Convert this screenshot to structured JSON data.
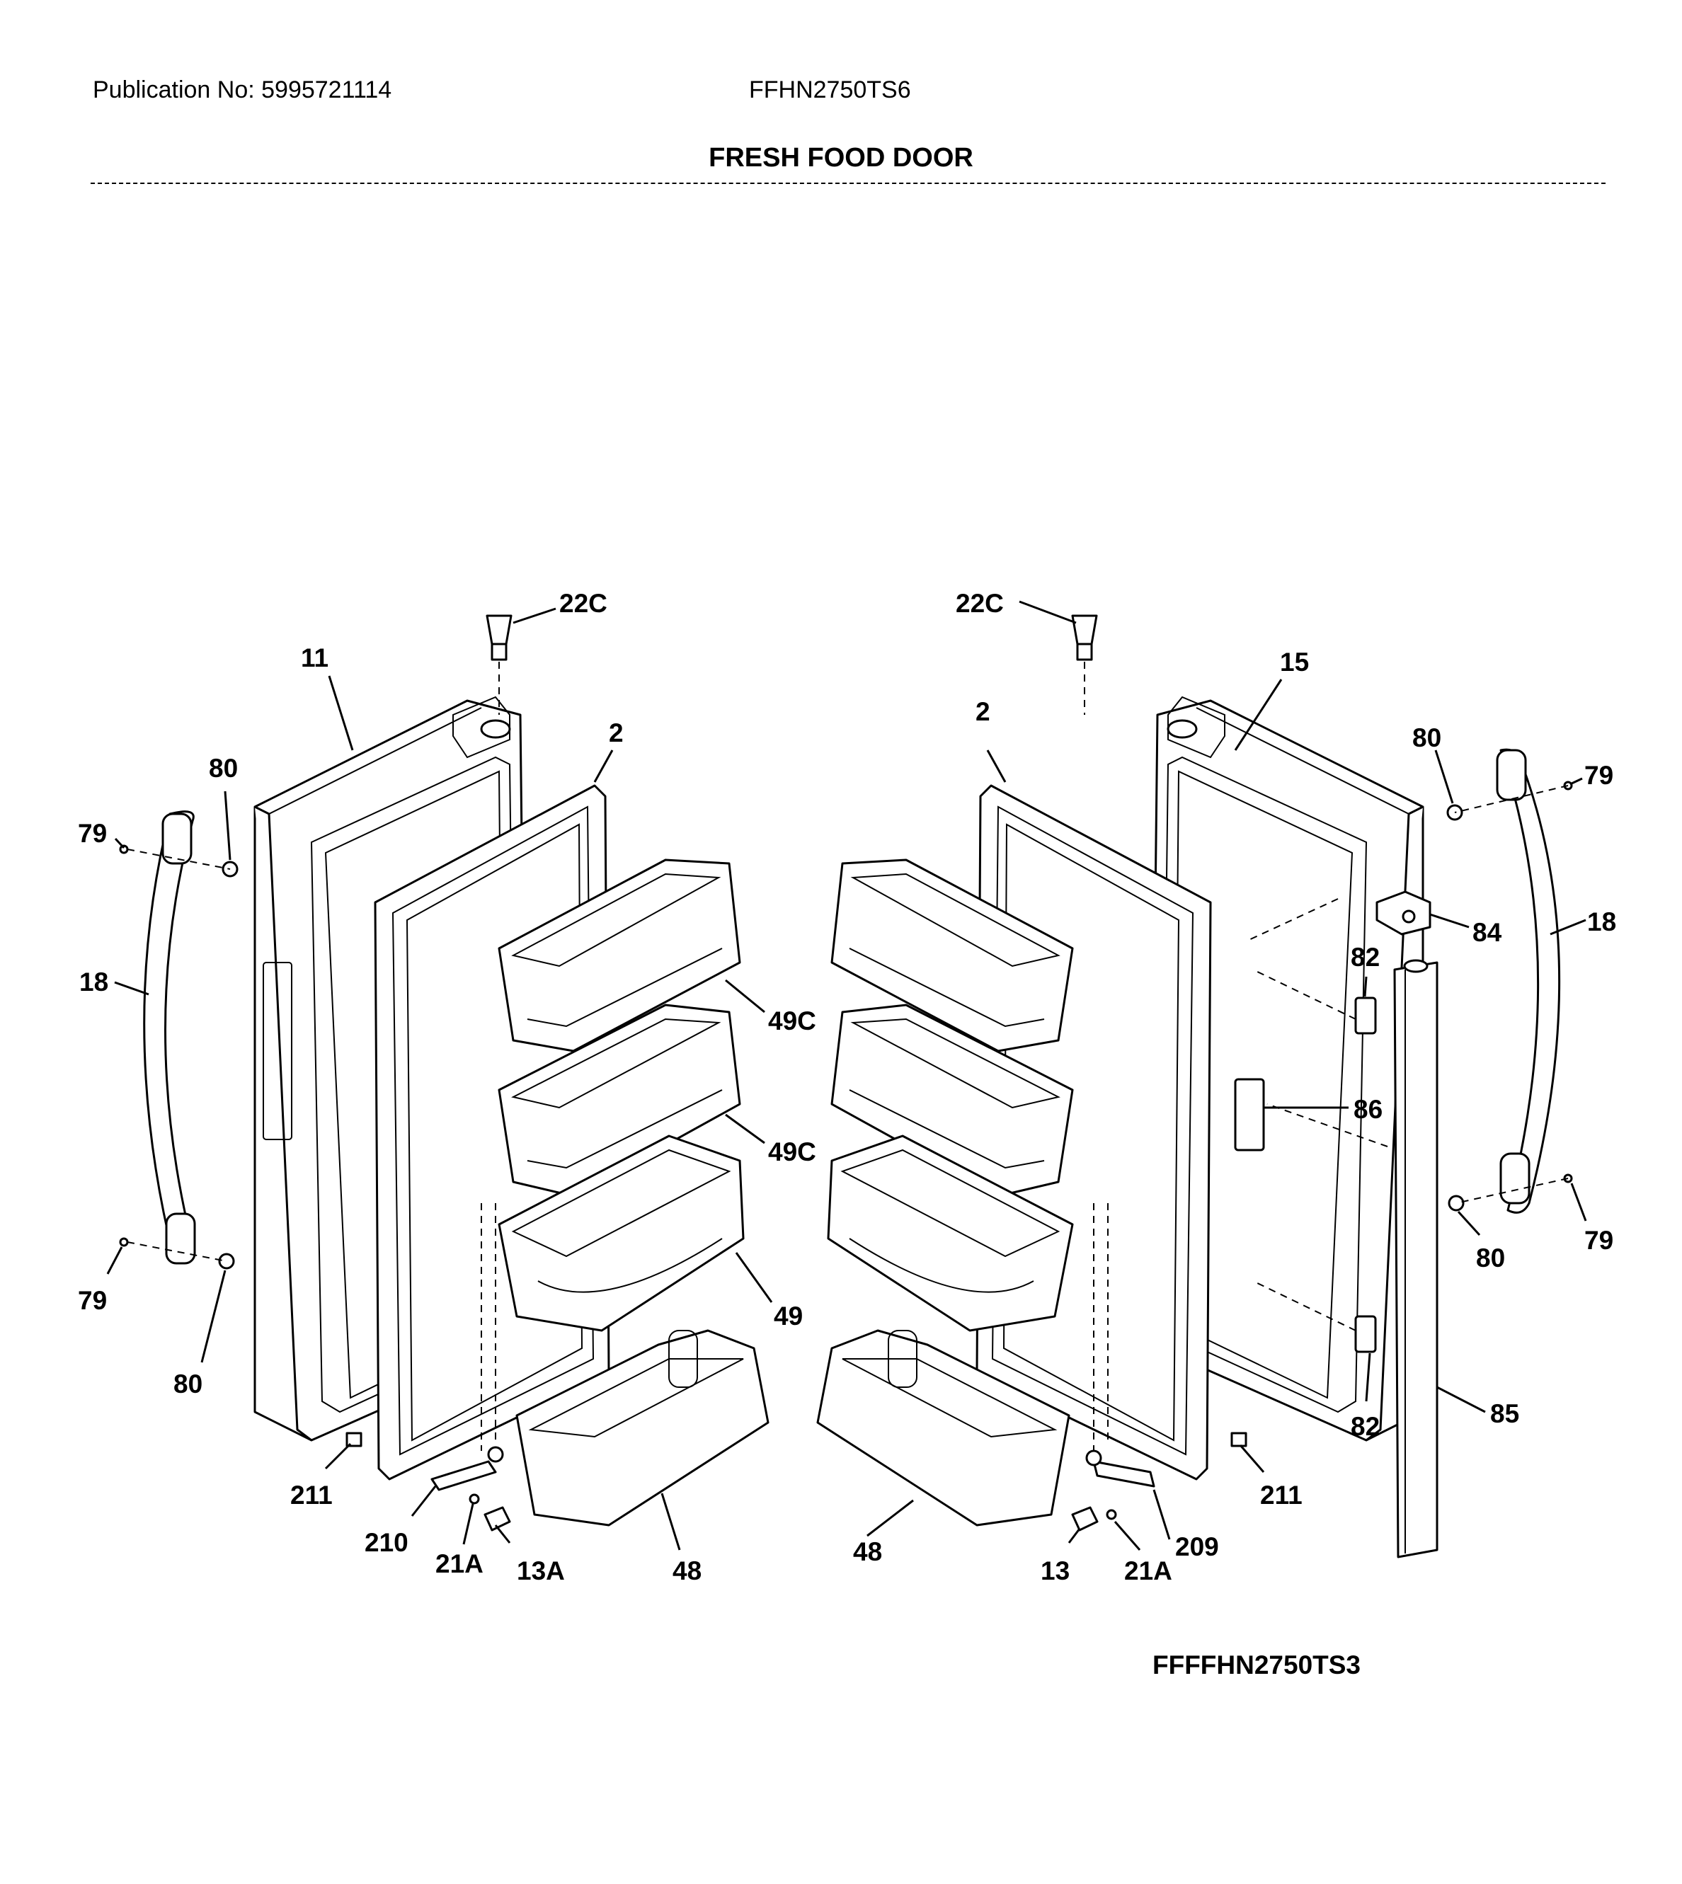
{
  "header": {
    "publication": "Publication No: 5995721114",
    "model": "FFHN2750TS6",
    "title": "FRESH FOOD DOOR"
  },
  "footer": {
    "diagram_code": "FFFFHN2750TS3"
  },
  "callouts": {
    "c22c_l": "22C",
    "c11": "11",
    "c2_l": "2",
    "c80_tl": "80",
    "c79_tl": "79",
    "c18_l": "18",
    "c79_bl": "79",
    "c80_bl": "80",
    "c49c_l1": "49C",
    "c49c_l2": "49C",
    "c49_l": "49",
    "c211_l": "211",
    "c210": "210",
    "c21a_l": "21A",
    "c13a": "13A",
    "c48_l": "48",
    "c22c_r": "22C",
    "c15": "15",
    "c2_r": "2",
    "c80_tr": "80",
    "c79_tr": "79",
    "c84": "84",
    "c18_r": "18",
    "c82_t": "82",
    "c86": "86",
    "c80_br": "80",
    "c79_br": "79",
    "c82_b": "82",
    "c85": "85",
    "c211_r": "211",
    "c209": "209",
    "c21a_r": "21A",
    "c13": "13",
    "c48_r": "48"
  }
}
